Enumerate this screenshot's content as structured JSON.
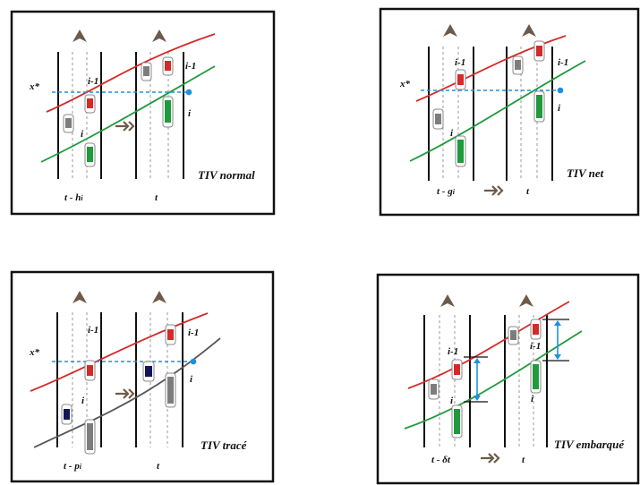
{
  "colors": {
    "leader": "#d42a2a",
    "follower": "#1f9a3c",
    "traced": "#555555",
    "navy": "#14145c",
    "gray_car": "#7d7d7d",
    "dashed": "#1e90e0",
    "frame": "#111111"
  },
  "panels": [
    {
      "title": "TIV normal",
      "xstar": "x*",
      "time_left": "t - h",
      "time_left_sub": "i",
      "time_right": "t",
      "label_leader_left": "i-1",
      "label_follower_left": "i",
      "label_leader_right": "i-1",
      "label_follower_right": "i"
    },
    {
      "title": "TIV net",
      "xstar": "x*",
      "time_left": "t - g",
      "time_left_sub": "i",
      "time_right": "t",
      "label_leader_left": "i-1",
      "label_follower_left": "i",
      "label_leader_right": "i-1",
      "label_follower_right": "i"
    },
    {
      "title": "TIV tracé",
      "xstar": "x*",
      "time_left": "t - p",
      "time_left_sub": "i",
      "time_right": "t",
      "label_leader_left": "i-1",
      "label_follower_left": "i",
      "label_leader_right": "i-1",
      "label_follower_right": "i"
    },
    {
      "title": "TIV embarqué",
      "time_left": "t - δt",
      "time_right": "t",
      "label_leader_left": "i-1",
      "label_follower_left": "i",
      "label_leader_right": "i-1",
      "label_follower_right": "i"
    }
  ]
}
